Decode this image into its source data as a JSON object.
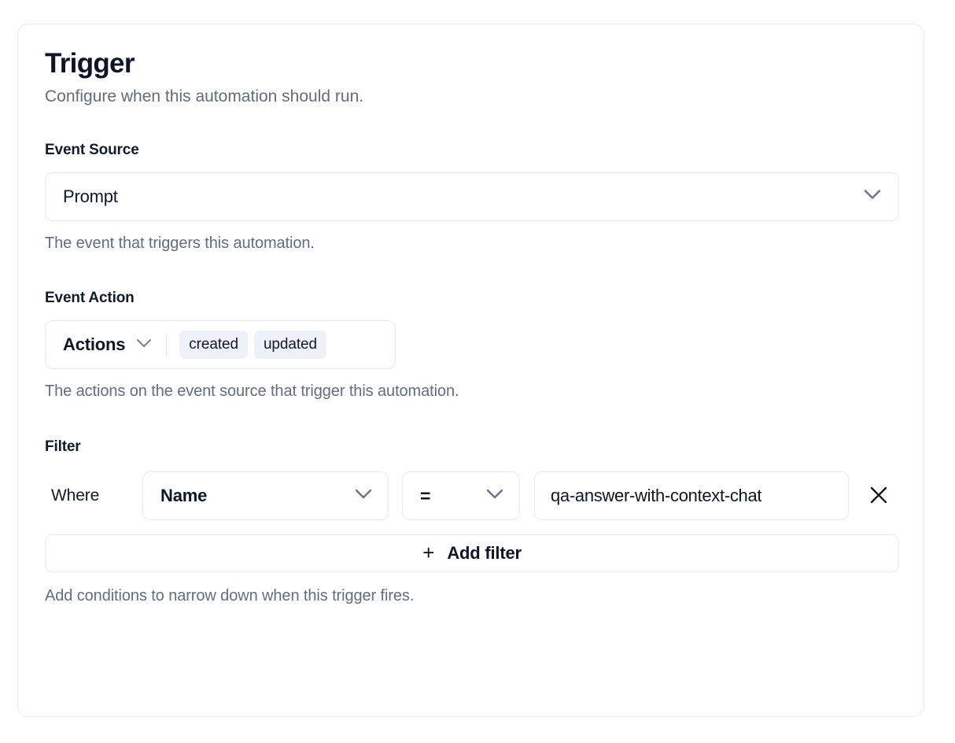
{
  "card": {
    "title": "Trigger",
    "subtitle": "Configure when this automation should run."
  },
  "event_source": {
    "label": "Event Source",
    "selected": "Prompt",
    "help": "The event that triggers this automation.",
    "chevron_icon": "chevron-down-icon"
  },
  "event_action": {
    "label": "Event Action",
    "trigger_label": "Actions",
    "chevron_icon": "chevron-down-icon",
    "tags": [
      "created",
      "updated"
    ],
    "help": "The actions on the event source that trigger this automation."
  },
  "filter": {
    "label": "Filter",
    "where_label": "Where",
    "field": "Name",
    "operator": "=",
    "value": "qa-answer-with-context-chat",
    "remove_icon": "close-icon",
    "add_filter_plus": "+",
    "add_filter_label": "Add filter",
    "help": "Add conditions to narrow down when this trigger fires."
  },
  "colors": {
    "text_primary": "#0f1626",
    "text_muted": "#636d80",
    "border": "#e7e9ee",
    "tag_bg": "#eef1f7",
    "chevron": "#6b7489"
  }
}
